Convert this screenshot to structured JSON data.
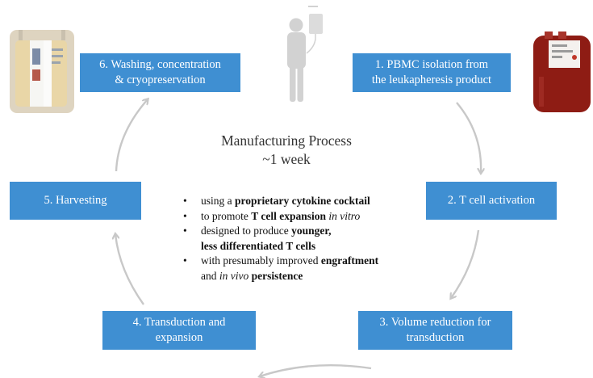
{
  "steps": [
    {
      "lines": [
        "1. PBMC isolation from",
        "the leukapheresis product"
      ]
    },
    {
      "lines": [
        "2. T cell activation"
      ]
    },
    {
      "lines": [
        "3. Volume reduction for",
        "transduction"
      ]
    },
    {
      "lines": [
        "4. Transduction and",
        "expansion"
      ]
    },
    {
      "lines": [
        "5. Harvesting"
      ]
    },
    {
      "lines": [
        "6. Washing, concentration",
        "& cryopreservation"
      ]
    }
  ],
  "center": {
    "title": "Manufacturing Process",
    "subtitle": "~1 week",
    "bullets": [
      {
        "lines": [
          [
            {
              "t": "using a "
            },
            {
              "t": "proprietary cytokine cocktail",
              "b": true
            }
          ]
        ]
      },
      {
        "lines": [
          [
            {
              "t": "to promote "
            },
            {
              "t": "T cell expansion",
              "b": true
            },
            {
              "t": " "
            },
            {
              "t": "in vitro",
              "i": true
            }
          ]
        ]
      },
      {
        "lines": [
          [
            {
              "t": "designed to produce "
            },
            {
              "t": "younger,",
              "b": true
            }
          ],
          [
            {
              "t": "less differentiated T cells",
              "b": true
            }
          ]
        ]
      },
      {
        "lines": [
          [
            {
              "t": "with presumably improved "
            },
            {
              "t": "engraftment",
              "b": true
            }
          ],
          [
            {
              "t": "and "
            },
            {
              "t": "in vivo",
              "i": true
            },
            {
              "t": " "
            },
            {
              "t": "persistence",
              "b": true
            }
          ]
        ]
      }
    ]
  },
  "colors": {
    "step_box": "#3f8fd2",
    "arrow": "#c8c8c8",
    "person": "#d2d2d2",
    "blood_bag": "#8e1c14",
    "product_bag": "#ded4c0"
  },
  "icons": [
    "patient-icon",
    "iv-bag-icon",
    "leukapheresis-bag-image",
    "product-bag-image"
  ]
}
